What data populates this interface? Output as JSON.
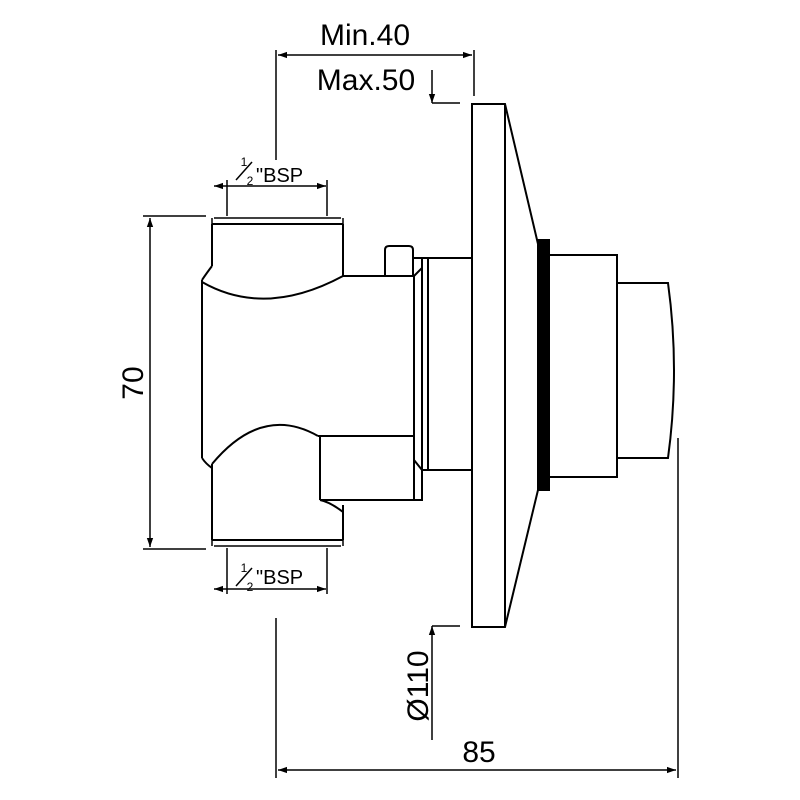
{
  "dimensions": {
    "min_depth": "Min.40",
    "max_depth": "Max.50",
    "thread_top": {
      "fraction_num": "1",
      "fraction_den": "2",
      "suffix": "\"BSP"
    },
    "thread_bottom": {
      "fraction_num": "1",
      "fraction_den": "2",
      "suffix": "\"BSP"
    },
    "height": "70",
    "plate_diameter": "Ø110",
    "total_depth": "85"
  },
  "colors": {
    "line": "#000000",
    "background": "#ffffff"
  }
}
